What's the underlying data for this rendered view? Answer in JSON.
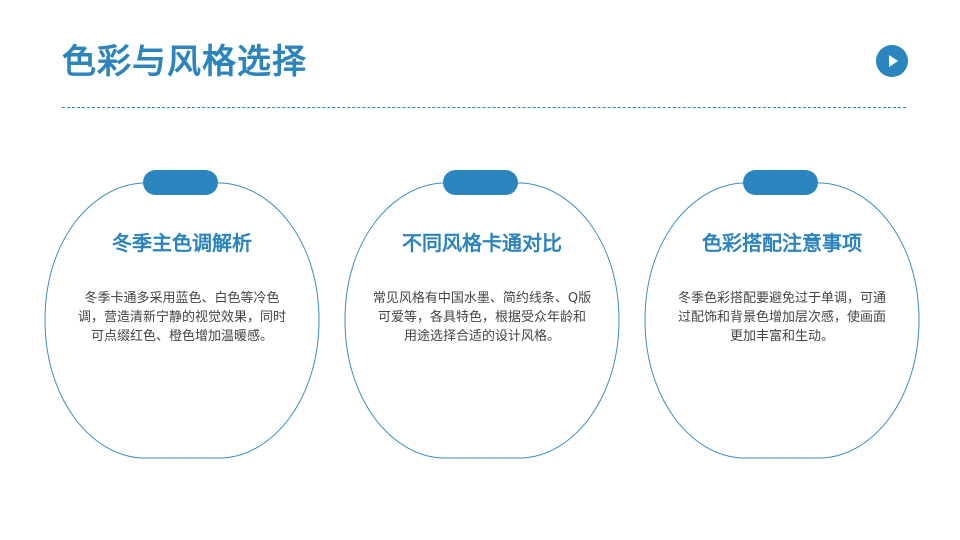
{
  "slide": {
    "title": "色彩与风格选择",
    "play_icon": "play-circle-icon"
  },
  "cards": [
    {
      "heading": "冬季主色调解析",
      "body": "冬季卡通多采用蓝色、白色等冷色调，营造清新宁静的视觉效果，同时可点缀红色、橙色增加温暖感。"
    },
    {
      "heading": "不同风格卡通对比",
      "body": "常见风格有中国水墨、简约线条、Q版可爱等，各具特色，根据受众年龄和用途选择合适的设计风格。"
    },
    {
      "heading": "色彩搭配注意事项",
      "body": "冬季色彩搭配要避免过于单调，可通过配饰和背景色增加层次感，使画面更加丰富和生动。"
    }
  ],
  "colors": {
    "accent": "#2b86bf",
    "title": "#2d84bd",
    "body_text": "#444444",
    "background": "#ffffff"
  }
}
